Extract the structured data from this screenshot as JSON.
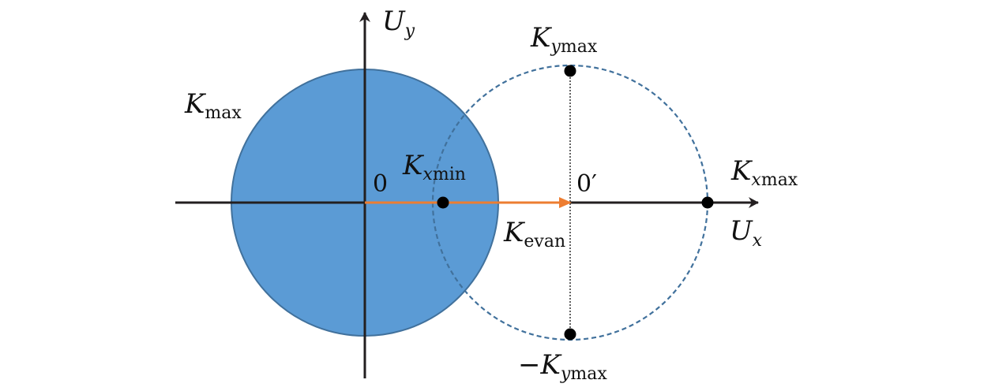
{
  "labels": {
    "uy": {
      "main": "U",
      "sub": "y"
    },
    "ux": {
      "main": "U",
      "sub": "x"
    },
    "kmax": {
      "main": "K",
      "sub": "max"
    },
    "origin": "0",
    "origin_prime": "0′",
    "kxmin": {
      "main": "K",
      "sub_italic": "x",
      "sub": "min"
    },
    "kxmax": {
      "main": "K",
      "sub_italic": "x",
      "sub": "max"
    },
    "kymax": {
      "main": "K",
      "sub_italic": "y",
      "sub": "max"
    },
    "neg_kymax": {
      "prefix": "−",
      "main": "K",
      "sub_italic": "y",
      "sub": "max"
    },
    "kevan": {
      "main": "K",
      "sub": "evan"
    }
  },
  "colors": {
    "filled_circle": "#5b9bd5",
    "filled_circle_edge": "#41719c",
    "dashed_circle": "#41719c",
    "arrow": "#ed7d31",
    "axis": "#231f20",
    "points": "#000000"
  }
}
